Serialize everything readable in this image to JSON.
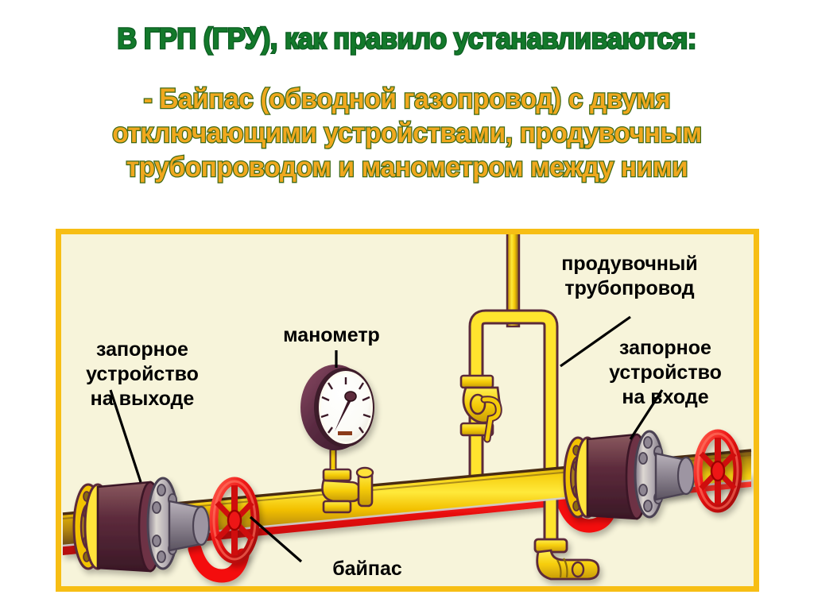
{
  "slide": {
    "background_color": "#ffffff",
    "title": "В ГРП (ГРУ), как правило устанавливаются:",
    "title_fill_color": "#13792b",
    "title_outline_color": "#0b5c20",
    "subtitle_fill_color": "#f0a81e",
    "subtitle_outline_color": "#3e6a17",
    "subtitle_lines": [
      "- Байпас (обводной газопровод) с двумя",
      "отключающими устройствами, продувочным",
      "трубопроводом и манометром между ними"
    ]
  },
  "figure": {
    "frame_border_color": "#f7be14",
    "frame_background_color": "#f7f4da",
    "labels": {
      "outlet_shutoff": "запорное\nустройство\nна выходе",
      "pressure_gauge": "манометр",
      "purge_pipeline": "продувочный\nтрубопровод",
      "inlet_shutoff": "запорное\nустройство\nна входе",
      "bypass": "байпас"
    },
    "colors": {
      "pipe_yellow_light": "#ffe93a",
      "pipe_yellow_mid": "#f2c200",
      "pipe_yellow_dark": "#8a6a10",
      "pipe_outline": "#5b2a3a",
      "red_pipe": "#f41010",
      "handwheel_red": "#ed1414",
      "flange_grey_light": "#e8e4de",
      "flange_grey_mid": "#a9a3ac",
      "flange_grey_dark": "#6b6270",
      "body_dark": "#5d2b3c",
      "gauge_bezel": "#5a2b42",
      "gauge_face": "#ffffff",
      "leader_line": "#000000"
    },
    "parts": [
      {
        "name": "main-gas-pipeline",
        "kind": "pipe",
        "color": "#f2c200"
      },
      {
        "name": "bypass-red-pipe",
        "kind": "pipe",
        "color": "#f41010"
      },
      {
        "name": "outlet-shutoff-valve",
        "kind": "valve-handwheel",
        "color": "#ed1414"
      },
      {
        "name": "inlet-shutoff-valve",
        "kind": "valve-handwheel",
        "color": "#ed1414"
      },
      {
        "name": "pressure-gauge",
        "kind": "gauge",
        "color": "#5a2b42"
      },
      {
        "name": "purge-pipeline",
        "kind": "pipe",
        "color": "#ffe93a"
      },
      {
        "name": "purge-valve",
        "kind": "valve-lever",
        "color": "#f2c200"
      },
      {
        "name": "drain-valve",
        "kind": "valve-lever",
        "color": "#f2c200"
      }
    ]
  }
}
